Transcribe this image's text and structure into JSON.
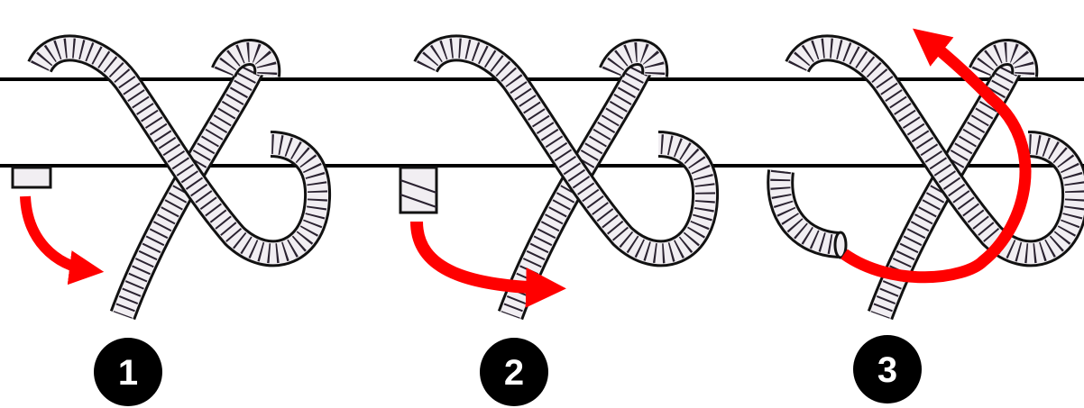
{
  "steps": [
    {
      "number": "1"
    },
    {
      "number": "2"
    },
    {
      "number": "3"
    }
  ],
  "colors": {
    "background": "#ffffff",
    "bar": "#000000",
    "rope_fill": "#f1eef2",
    "rope_outline": "#121212",
    "rope_strands": "#2a2230",
    "arrow": "#ff0000",
    "badge": "#000000",
    "badge_text": "#ffffff"
  },
  "icons": {
    "arrow": "curved-arrow",
    "badge": "numbered-circle"
  }
}
